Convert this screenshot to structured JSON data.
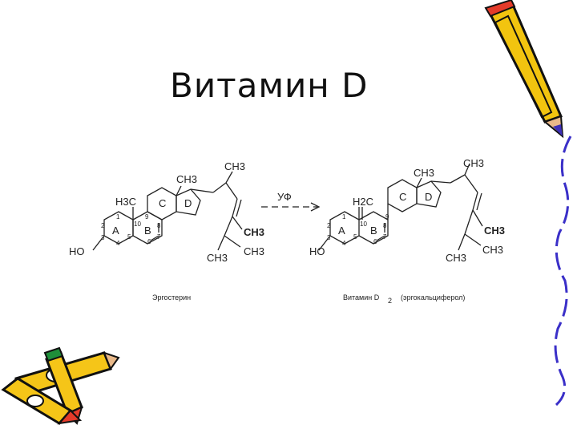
{
  "title": "Витамин D",
  "arrow_label": "УФ",
  "left_molecule": {
    "caption": "Эргостерин",
    "ho": "HO",
    "h3c": "H3C",
    "ch3_top": "CH3",
    "ch3_side": "CH3",
    "ch3_bold": "CH3",
    "ch3_bottom": "CH3",
    "ch3_bottom2": "CH3",
    "rings": [
      "A",
      "B",
      "C",
      "D"
    ],
    "numbers": [
      "1",
      "2",
      "3",
      "4",
      "5",
      "6",
      "7",
      "8",
      "9",
      "10"
    ]
  },
  "right_molecule": {
    "caption": "Витамин  D",
    "caption_sub": "2",
    "caption_paren": "(эргокальциферол)",
    "ho": "HO",
    "h2c": "H2C",
    "ch3_top": "CH3",
    "ch3_side": "CH3",
    "ch3_bold": "CH3",
    "ch3_bottom": "CH3",
    "ch3_bottom2": "CH3",
    "rings": [
      "A",
      "B",
      "C",
      "D"
    ],
    "numbers": [
      "1",
      "2",
      "3",
      "4",
      "5",
      "6",
      "7",
      "8",
      "9",
      "10"
    ]
  }
}
